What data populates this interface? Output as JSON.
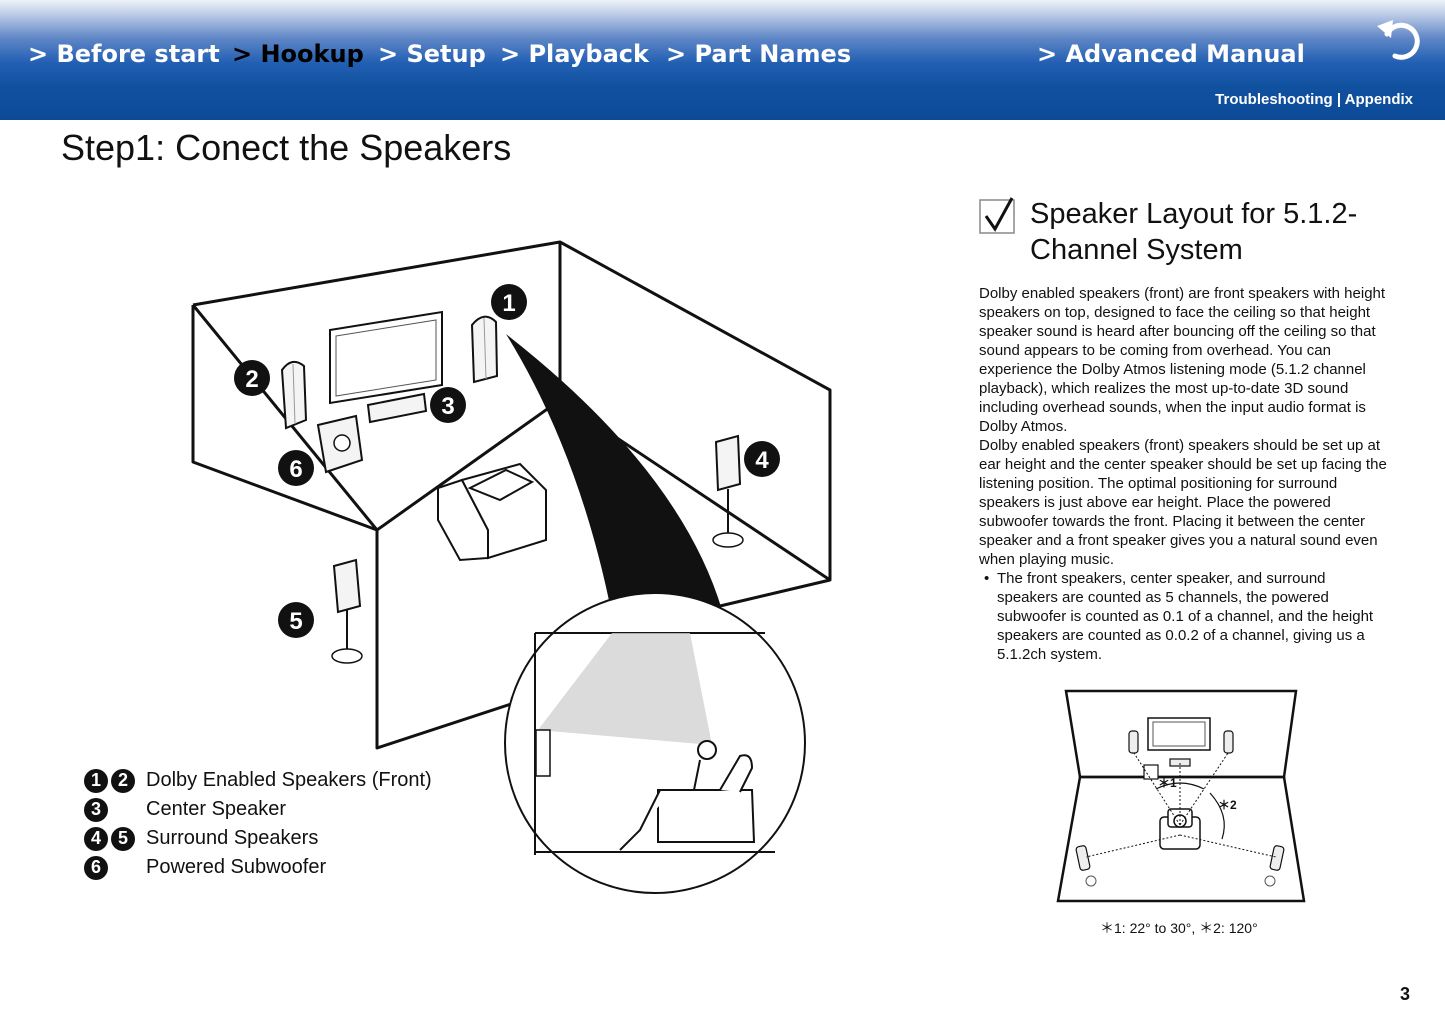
{
  "header": {
    "nav": [
      {
        "label": "> Before start"
      },
      {
        "label": "> Hookup"
      },
      {
        "label": "> Setup"
      },
      {
        "label": "> Playback"
      },
      {
        "label": "> Part Names"
      },
      {
        "label": "> Advanced Manual"
      }
    ],
    "active_nav": "> Hookup",
    "sub_links": {
      "troubleshooting": "Troubleshooting",
      "separator": " | ",
      "appendix": "Appendix"
    },
    "back_icon": "return-arrow-icon"
  },
  "page_title": "Step1: Conect the Speakers",
  "diagram": {
    "markers": [
      "1",
      "2",
      "3",
      "4",
      "5",
      "6"
    ]
  },
  "legend": [
    {
      "nums": [
        "1",
        "2"
      ],
      "label": "Dolby Enabled Speakers (Front)"
    },
    {
      "nums": [
        "3"
      ],
      "label": "Center Speaker"
    },
    {
      "nums": [
        "4",
        "5"
      ],
      "label": "Surround Speakers"
    },
    {
      "nums": [
        "6"
      ],
      "label": "Powered Subwoofer"
    }
  ],
  "section": {
    "check_icon": "checkbox-check-icon",
    "title_line1": "Speaker Layout for 5.1.2-",
    "title_line2": "Channel System",
    "paragraph1": "Dolby enabled speakers (front) are front speakers with height speakers on top, designed to face the ceiling so that height speaker sound is heard after bouncing off the ceiling so that sound appears to be coming from overhead. You can experience the Dolby Atmos listening mode (5.1.2 channel playback), which realizes the most up-to-date 3D sound including overhead sounds, when the input audio format is Dolby Atmos.",
    "paragraph2": "Dolby enabled speakers (front) speakers should be set up at ear height and the center speaker should be set up facing the listening position. The optimal positioning for surround speakers is just above ear height. Place the powered subwoofer towards the front. Placing it between the center speaker and a front speaker gives you a natural sound even when playing music.",
    "bullet_symbol": "•",
    "bullet": "The front speakers, center speaker, and surround speakers are counted as 5 channels, the powered subwoofer is counted as 0.1 of a channel, and the height speakers are counted as 0.0.2 of a channel, giving us a 5.1.2ch system."
  },
  "small_diagram": {
    "label_1": "＊1",
    "label_2": "＊2",
    "caption": "＊1: 22° to 30°, ＊2: 120°"
  },
  "page_number": "3"
}
